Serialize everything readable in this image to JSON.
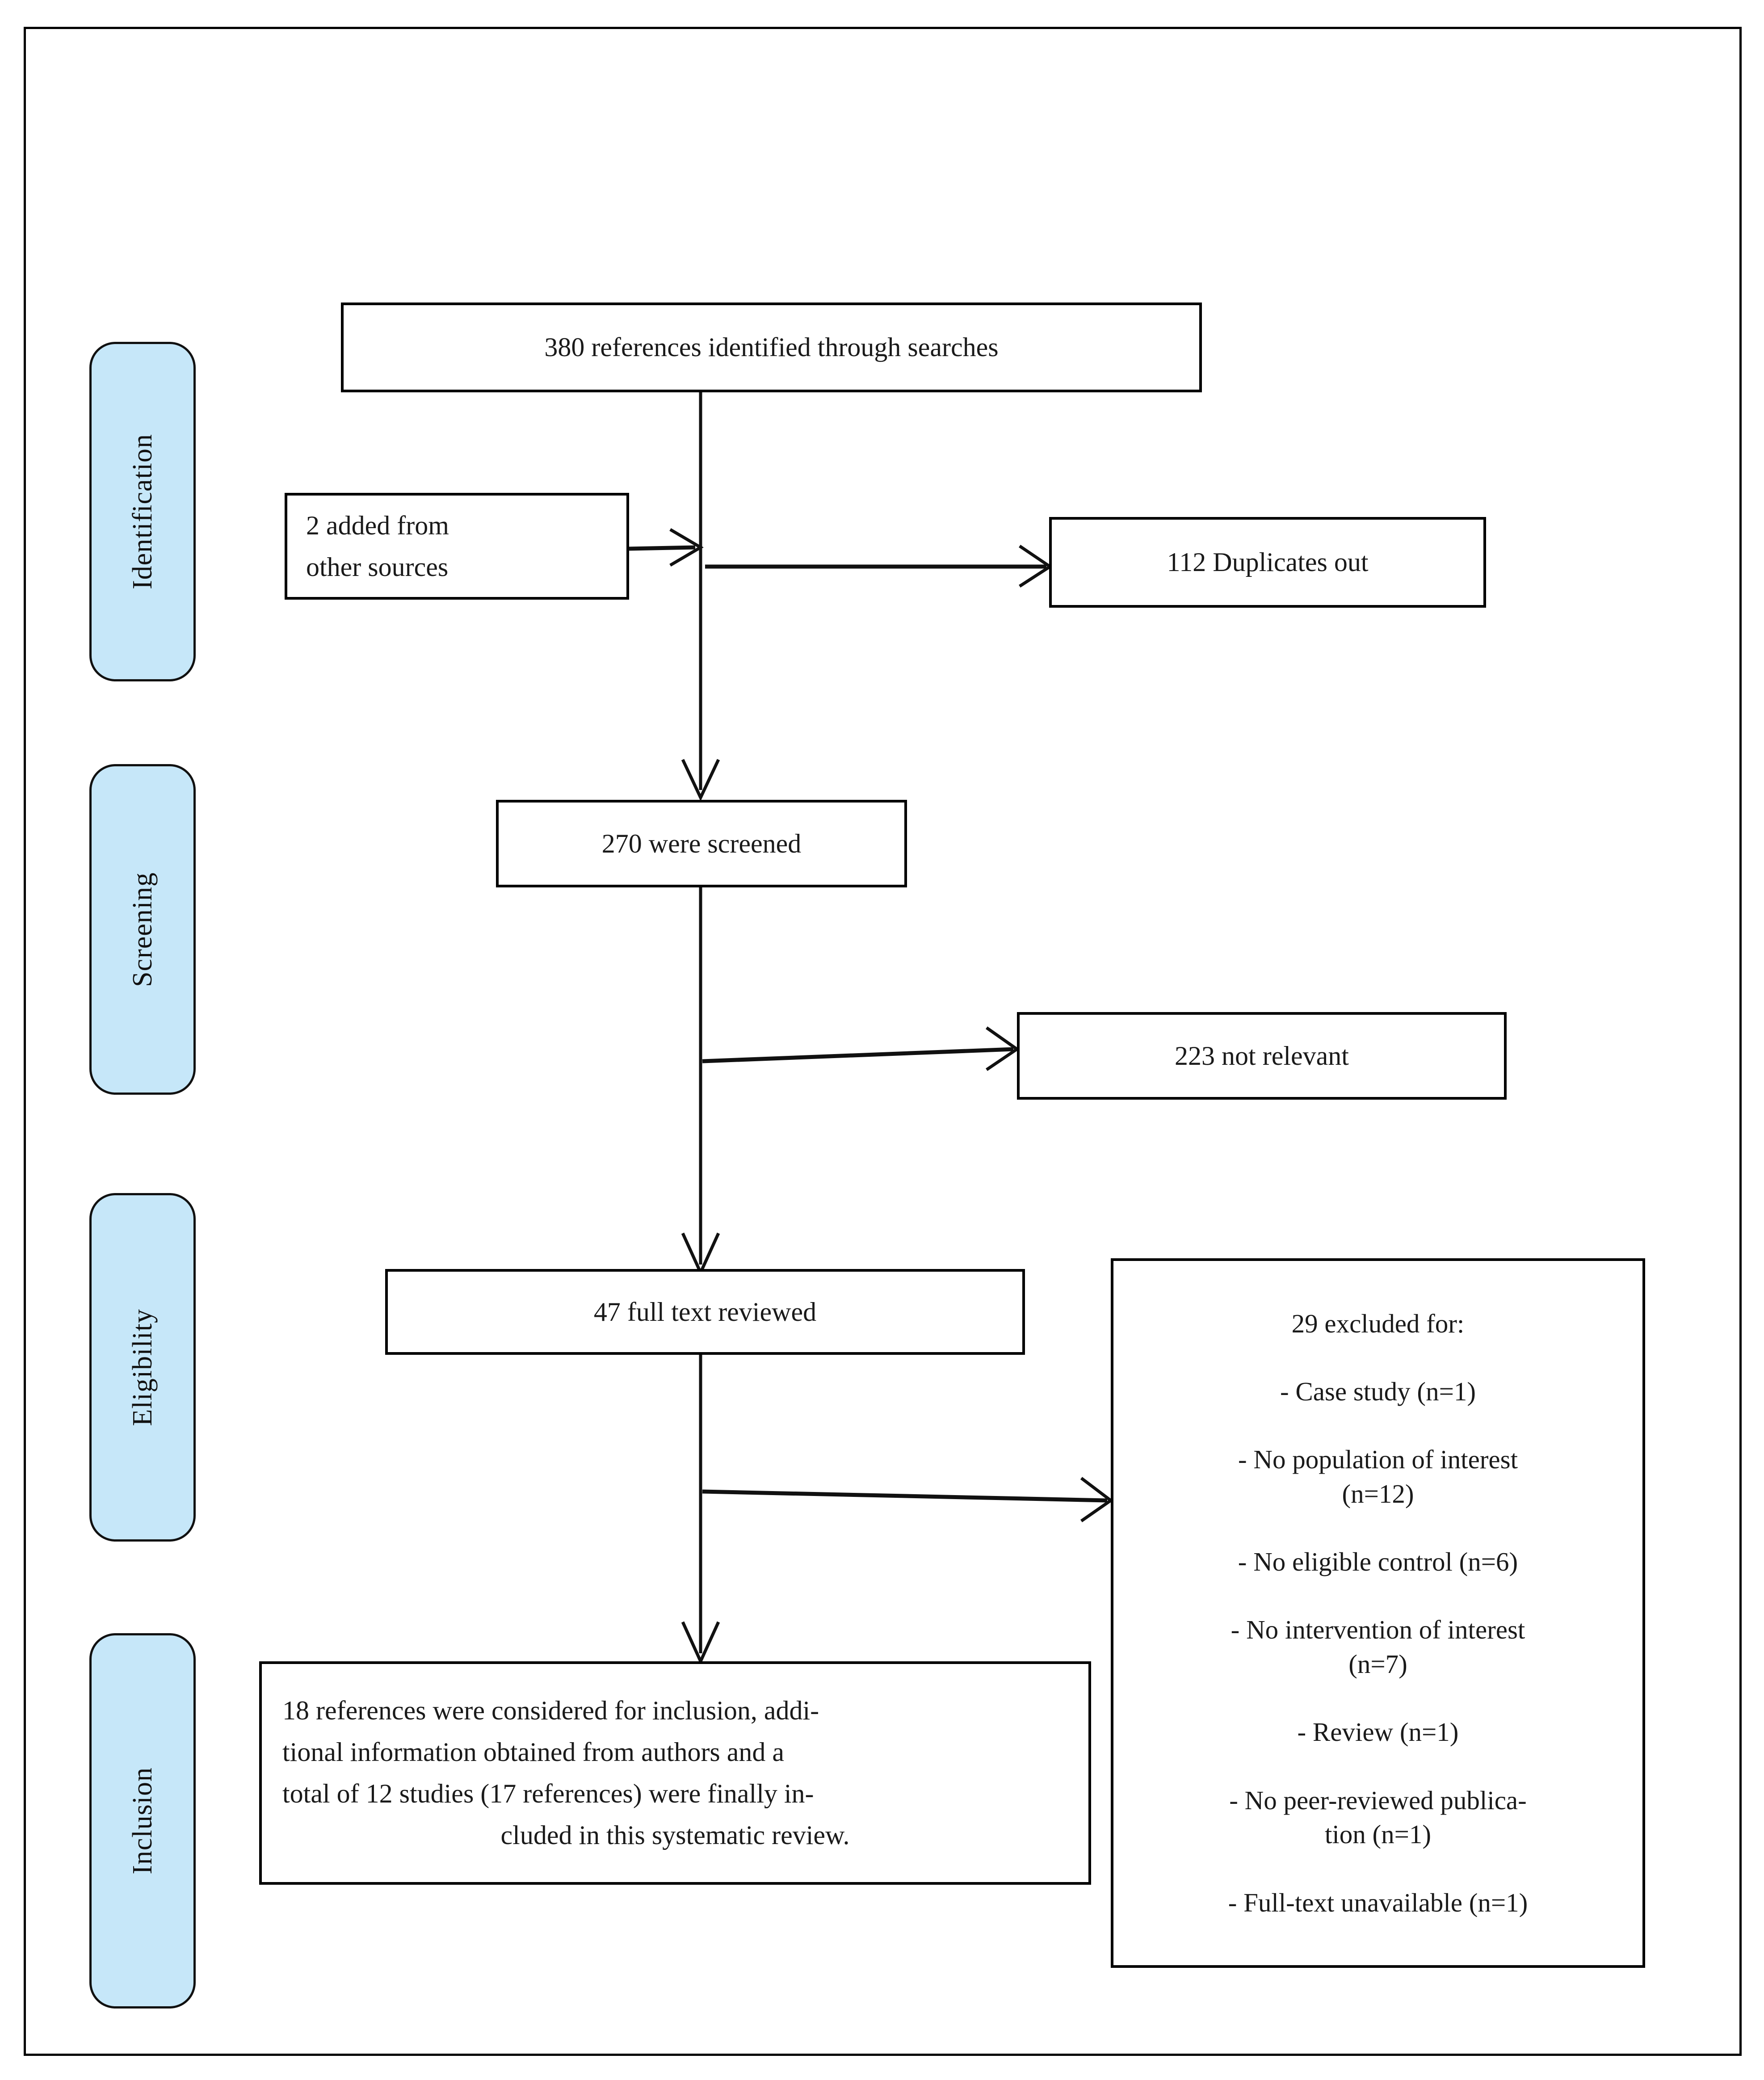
{
  "diagram": {
    "title": "PRISMA study selection flow diagram",
    "accent_blue": "#c6e7f9",
    "line_color": "#000000",
    "stages": [
      {
        "id": "identification",
        "label": "Identification"
      },
      {
        "id": "screening",
        "label": "Screening"
      },
      {
        "id": "eligibility",
        "label": "Eligibility"
      },
      {
        "id": "inclusion",
        "label": "Inclusion"
      }
    ],
    "boxes": {
      "identified": {
        "text": "380 references identified through searches"
      },
      "other_sources": {
        "line1": "2 added from",
        "line2": "other sources"
      },
      "duplicates": {
        "text": "112 Duplicates out"
      },
      "screened": {
        "text": "270 were screened"
      },
      "not_relevant": {
        "text": "223 not relevant"
      },
      "full_text": {
        "text": "47 full text reviewed"
      },
      "included": {
        "line1": "18 references were considered for inclusion, addi-",
        "line2": "tional information obtained from authors and a",
        "line3": "total of 12 studies (17 references) were finally in-",
        "line4": "cluded in this systematic review."
      }
    },
    "excluded": {
      "heading": "29 excluded for:",
      "items": [
        "- Case study (n=1)",
        "- No population of interest",
        "(n=12)",
        "- No eligible control (n=6)",
        "- No intervention of interest",
        "(n=7)",
        "- Review (n=1)",
        "- No peer-reviewed  publica-",
        "tion (n=1)",
        "- Full-text unavailable (n=1)"
      ]
    }
  },
  "chart_data": {
    "type": "diagram",
    "title": "PRISMA flow diagram of study selection",
    "nodes": [
      {
        "id": "identified",
        "stage": "Identification",
        "label": "380 references identified through searches",
        "n": 380
      },
      {
        "id": "other_sources",
        "stage": "Identification",
        "label": "2 added from other sources",
        "n": 2
      },
      {
        "id": "duplicates",
        "stage": "Identification",
        "label": "112 Duplicates out",
        "n": 112
      },
      {
        "id": "screened",
        "stage": "Screening",
        "label": "270 were screened",
        "n": 270
      },
      {
        "id": "not_relevant",
        "stage": "Screening",
        "label": "223 not relevant",
        "n": 223
      },
      {
        "id": "full_text",
        "stage": "Eligibility",
        "label": "47 full text reviewed",
        "n": 47
      },
      {
        "id": "excluded",
        "stage": "Eligibility",
        "label": "29 excluded for:",
        "n": 29
      },
      {
        "id": "included",
        "stage": "Inclusion",
        "label": "18 references were considered for inclusion; 12 studies (17 references) finally included",
        "n": 18
      }
    ],
    "edges": [
      {
        "from": "identified",
        "to": "screened"
      },
      {
        "from": "other_sources",
        "to": "screened"
      },
      {
        "from": "identified",
        "to": "duplicates"
      },
      {
        "from": "screened",
        "to": "not_relevant"
      },
      {
        "from": "screened",
        "to": "full_text"
      },
      {
        "from": "full_text",
        "to": "excluded"
      },
      {
        "from": "full_text",
        "to": "included"
      }
    ],
    "exclusion_reasons": [
      {
        "reason": "Case study",
        "n": 1
      },
      {
        "reason": "No population of interest",
        "n": 12
      },
      {
        "reason": "No eligible control",
        "n": 6
      },
      {
        "reason": "No intervention of interest",
        "n": 7
      },
      {
        "reason": "Review",
        "n": 1
      },
      {
        "reason": "No peer-reviewed publication",
        "n": 1
      },
      {
        "reason": "Full-text unavailable",
        "n": 1
      }
    ]
  }
}
